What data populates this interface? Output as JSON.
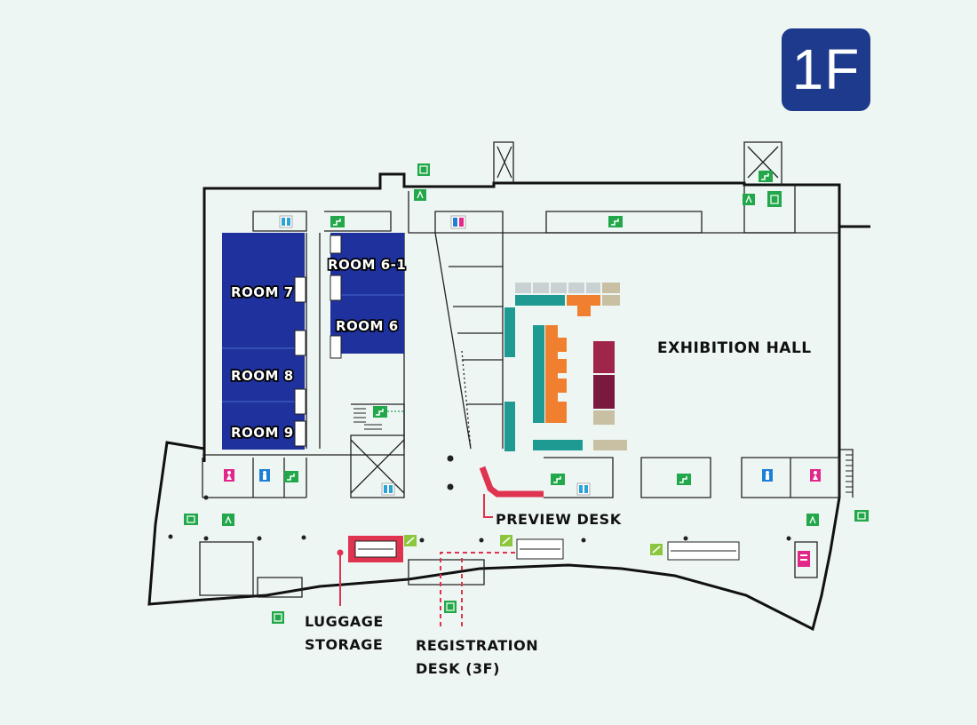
{
  "floor_badge": "1F",
  "rooms": {
    "room_6_1": "ROOM 6-1",
    "room_7": "ROOM 7",
    "room_6": "ROOM 6",
    "room_8": "ROOM 8",
    "room_9": "ROOM 9"
  },
  "areas": {
    "exhibition_hall": "EXHIBITION HALL",
    "preview_desk": "PREVIEW DESK",
    "luggage_line1": "LUGGAGE",
    "luggage_line2": "STORAGE",
    "registration_line1": "REGISTRATION",
    "registration_line2": "DESK (3F)"
  },
  "colors": {
    "badge": "#1e3a8c",
    "room": "#1e319c",
    "highlight_red": "#e0334f",
    "teal_booth": "#1f9a93",
    "orange_booth": "#f08030",
    "maroon_booth": "#a0254a",
    "tan_booth": "#c9bfa3",
    "grey_booth": "#c9d1d3",
    "icon_green": "#22a84a",
    "icon_lime": "#8cc63f",
    "icon_pink": "#e3268a",
    "icon_blue": "#1f7fd6"
  },
  "icons": [
    "stairs-icon",
    "exit-icon",
    "restroom-icon",
    "elevator-icon",
    "escalator-icon",
    "female-restroom-icon",
    "male-restroom-icon"
  ]
}
